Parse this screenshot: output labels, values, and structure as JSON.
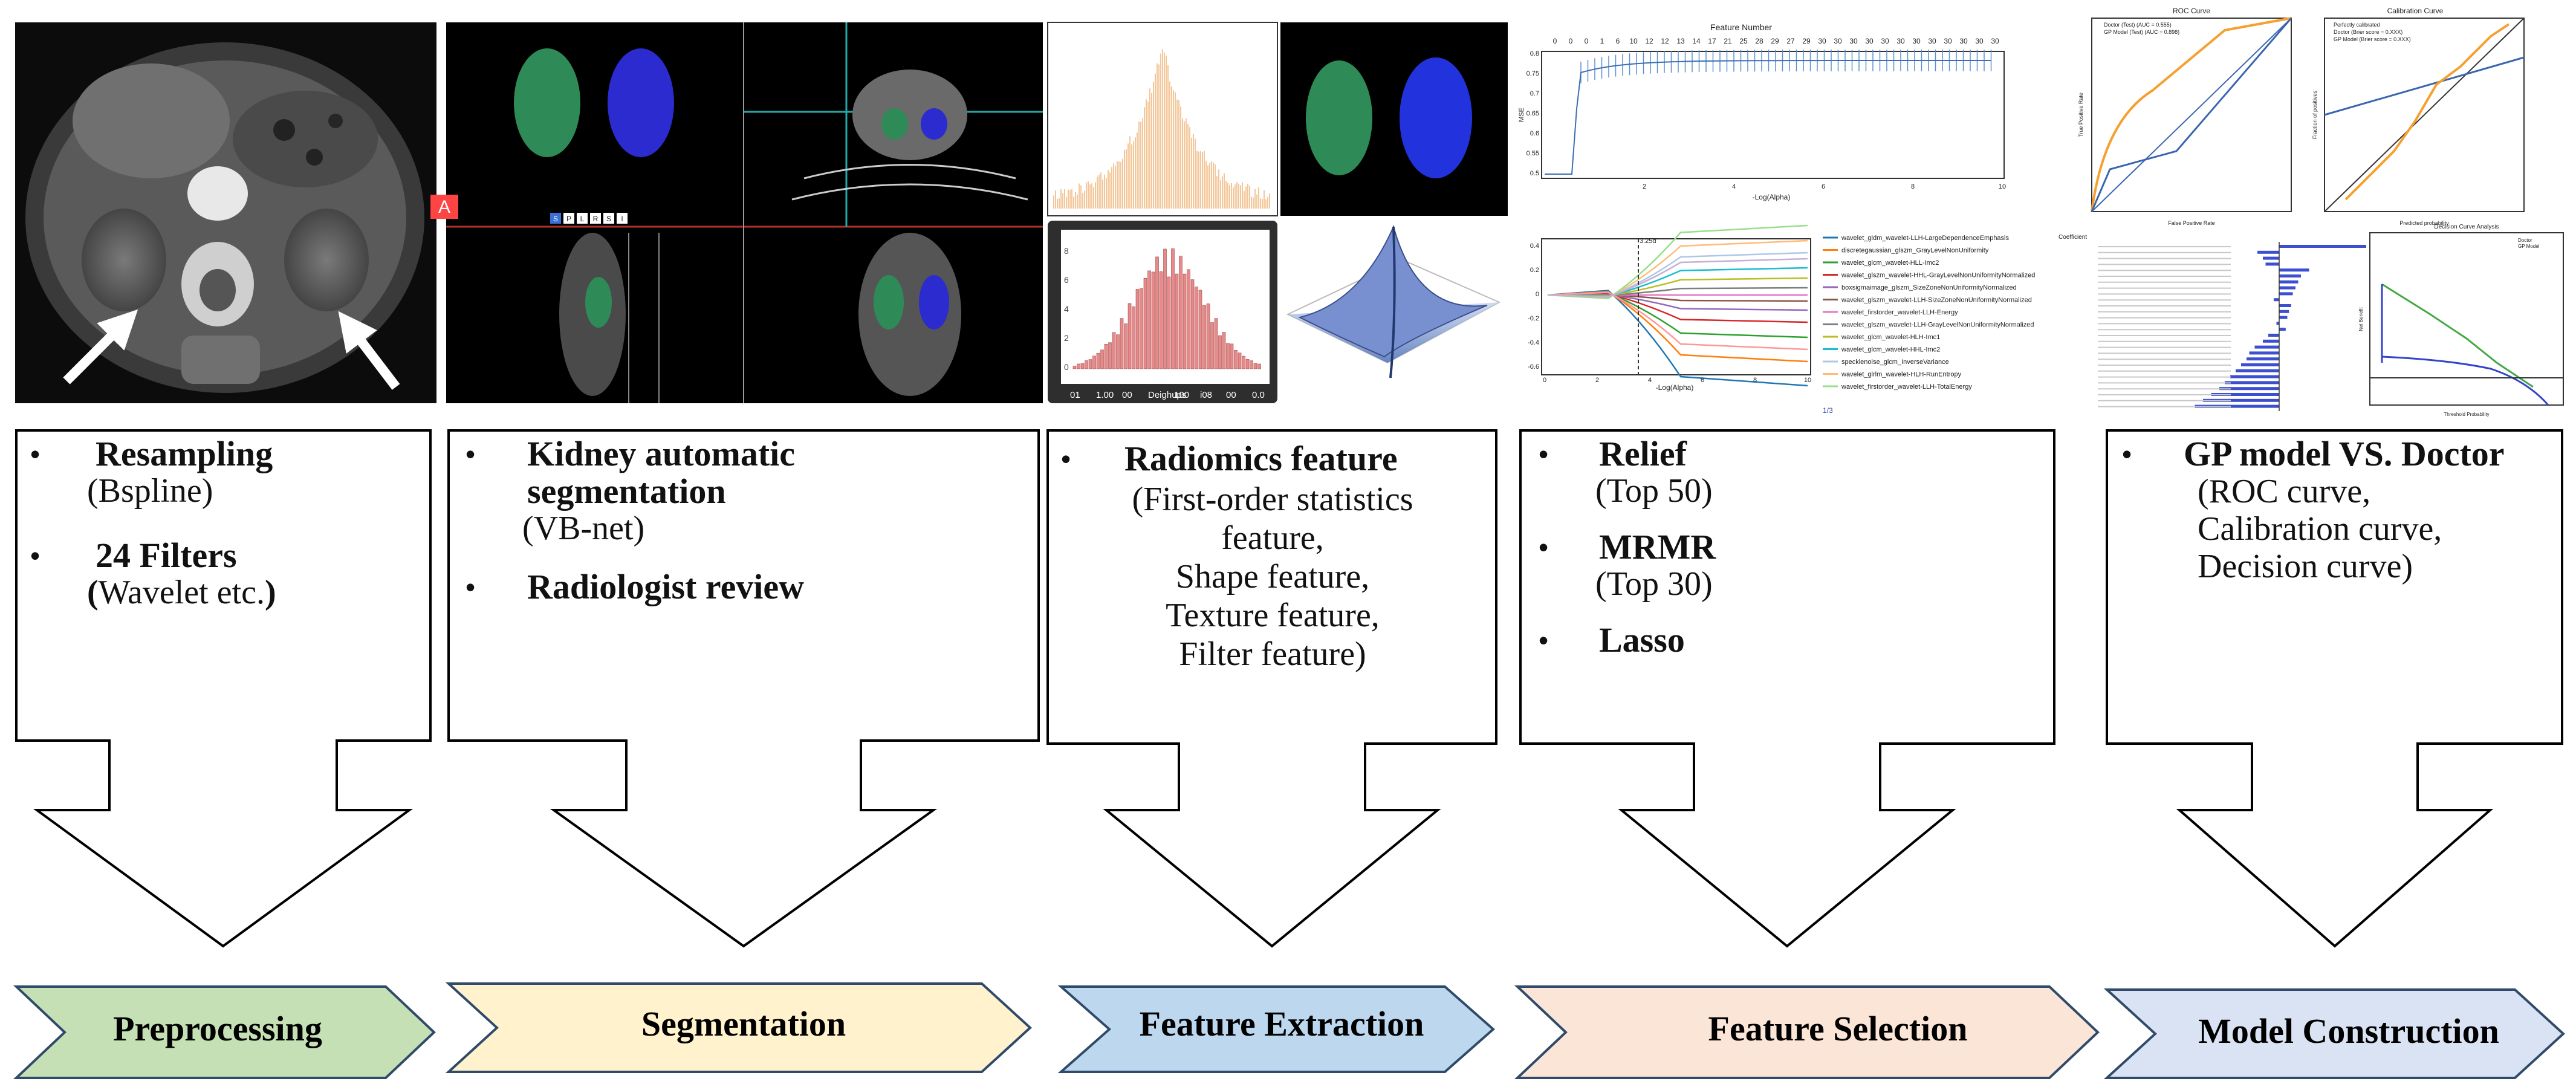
{
  "colors": {
    "preprocessing": "#c5e0b4",
    "segmentation": "#fff2cc",
    "feature_extraction": "#bdd7ee",
    "feature_selection": "#fbe5d6",
    "model_construction": "#dae3f3",
    "chevron_stroke": "#2f4a6a",
    "ct_green": "#22a06b",
    "ct_blue": "#2233dd",
    "roc_orange": "#f5a030",
    "roc_blue": "#3a66b0",
    "decision_green": "#44a944",
    "hist_pink": "#e88a8a",
    "spike_peach": "#f3c79a"
  },
  "stages": [
    {
      "key": "preprocessing",
      "label": "Preprocessing"
    },
    {
      "key": "segmentation",
      "label": "Segmentation"
    },
    {
      "key": "feature_extraction",
      "label": "Feature Extraction"
    },
    {
      "key": "feature_selection",
      "label": "Feature Selection"
    },
    {
      "key": "model_construction",
      "label": "Model Construction"
    }
  ],
  "boxes": {
    "preprocessing": {
      "item1_title": "Resampling",
      "item1_sub": "(Bspline)",
      "item2_title": "24 Filters",
      "item2_sub_open": "(",
      "item2_sub_text": "Wavelet etc.",
      "item2_sub_close": ")"
    },
    "segmentation": {
      "item1_title_l1": "Kidney automatic",
      "item1_title_l2": "segmentation",
      "item1_sub": "(VB-net)",
      "item2_title": "Radiologist review"
    },
    "feature_extraction": {
      "item1_title": "Radiomics feature",
      "line1": "(First-order statistics",
      "line2": "feature,",
      "line3": "Shape feature,",
      "line4": "Texture feature,",
      "line5": "Filter feature)"
    },
    "feature_selection": {
      "item1_title": "Relief",
      "item1_sub": "(Top 50)",
      "item2_title": "MRMR",
      "item2_sub": "(Top 30)",
      "item3_title": "Lasso"
    },
    "model_construction": {
      "item1_title": "GP model VS. Doctor",
      "line1": "(ROC curve,",
      "line2": "Calibration curve,",
      "line3": "Decision curve)"
    }
  },
  "bullet": "•",
  "thumbnails": {
    "seg_toolbar": [
      "S",
      "P",
      "L",
      "R",
      "S",
      "I"
    ],
    "seg_side_letter": "A",
    "hist_xticks": [
      "01",
      "1.00",
      "00",
      "Deighups",
      "100",
      "i08",
      "00",
      "0.0"
    ],
    "hist_yticks": [
      "8",
      "6",
      "4",
      "2",
      "0"
    ],
    "lasso_top_title": "Feature Number",
    "lasso_top_ticks": [
      "0",
      "0",
      "0",
      "1",
      "6",
      "10",
      "12",
      "12",
      "13",
      "14",
      "17",
      "21",
      "25",
      "28",
      "29",
      "27",
      "29",
      "30",
      "30",
      "30",
      "30",
      "30",
      "30",
      "30",
      "30",
      "30",
      "30",
      "30",
      "30"
    ],
    "lasso_top_yticks": [
      "0.8",
      "0.75",
      "0.7",
      "0.65",
      "0.6",
      "0.55",
      "0.5"
    ],
    "lasso_top_xticks": [
      "2",
      "4",
      "6",
      "8",
      "10"
    ],
    "lasso_xlabel": "-Log(Alpha)",
    "lasso_mse": "MSE",
    "lasso_bottom_yticks": [
      "0.4",
      "0.2",
      "0",
      "-0.2",
      "-0.4",
      "-0.6"
    ],
    "lasso_bottom_xticks": [
      "0",
      "2",
      "4",
      "6",
      "8",
      "10"
    ],
    "lasso_alpha_label": "3.25α",
    "lasso_legend": [
      "wavelet_gldm_wavelet-LLH-LargeDependenceEmphasis",
      "discretegaussian_glszm_GrayLevelNonUniformity",
      "wavelet_glcm_wavelet-HLL-Imc2",
      "wavelet_glszm_wavelet-HHL-GrayLevelNonUniformityNormalized",
      "boxsigmaimage_glszm_SizeZoneNonUniformityNormalized",
      "wavelet_glszm_wavelet-LLH-SizeZoneNonUniformityNormalized",
      "wavelet_firstorder_wavelet-LLH-Energy",
      "wavelet_glszm_wavelet-LLH-GrayLevelNonUniformityNormalized",
      "wavelet_glcm_wavelet-HLH-Imc1",
      "wavelet_glcm_wavelet-HHL-Imc2",
      "specklenoise_glcm_InverseVariance",
      "wavelet_glrlm_wavelet-HLH-RunEntropy",
      "wavelet_firstorder_wavelet-LLH-TotalEnergy"
    ],
    "lasso_pager": "1/3",
    "roc_title": "ROC Curve",
    "roc_legend": [
      "Doctor (Test) (AUC = 0.555)",
      "GP Model (Test) (AUC = 0.898)"
    ],
    "roc_xlabel": "False Positive Rate",
    "roc_ylabel": "True Positive Rate",
    "calib_title": "Calibration Curve",
    "calib_legend": [
      "Perfectly calibrated",
      "Doctor (Brier score = 0.XXX)",
      "GP Model (Brier score = 0.XXX)"
    ],
    "calib_xlabel": "Predicted probability",
    "calib_ylabel": "Fraction of positives",
    "coef_title": "Coefficient",
    "decision_title": "Decision Curve Analysis",
    "decision_legend": [
      "Doctor",
      "GP Model"
    ],
    "decision_xlabel": "Threshold Probability",
    "decision_ylabel": "Net Benefit"
  }
}
